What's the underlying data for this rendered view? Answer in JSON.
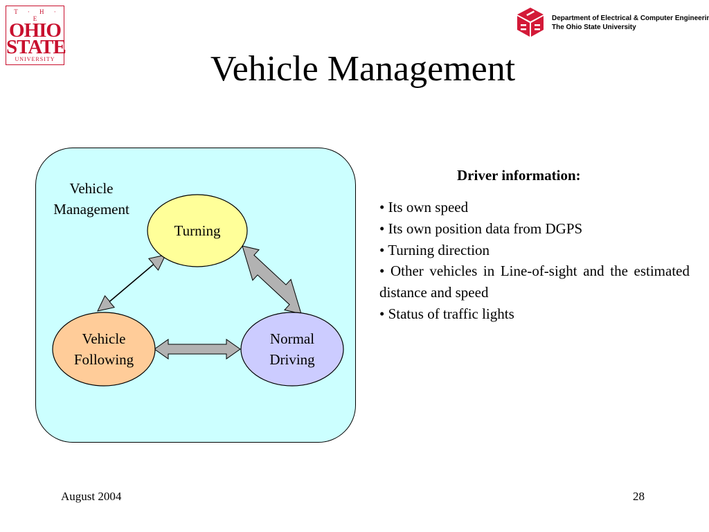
{
  "header": {
    "osu_logo": {
      "line1": "T · H · E",
      "line2": "OHIO",
      "line3": "STATE",
      "line4": "UNIVERSITY"
    },
    "dept_line1": "Department of Electrical & Computer Engineering",
    "dept_line2": "The Ohio State University"
  },
  "title": "Vehicle Management",
  "diagram": {
    "panel_label": "Vehicle Management",
    "nodes": [
      {
        "id": "turning",
        "label": "Turning",
        "color": "#ffff99"
      },
      {
        "id": "vehicle_following",
        "label": "Vehicle Following",
        "color": "#ffcc99"
      },
      {
        "id": "normal_driving",
        "label": "Normal Driving",
        "color": "#ccccff"
      }
    ],
    "panel_color": "#ccffff",
    "arrow_color": "#b2b2b2",
    "connections": [
      {
        "from": "turning",
        "to": "vehicle_following",
        "type": "bidirectional"
      },
      {
        "from": "turning",
        "to": "normal_driving",
        "type": "bidirectional"
      },
      {
        "from": "vehicle_following",
        "to": "normal_driving",
        "type": "bidirectional"
      }
    ]
  },
  "info": {
    "heading": "Driver information:",
    "items": [
      "• Its own speed",
      "• Its own position data from DGPS",
      "• Turning direction",
      "• Other vehicles in Line-of-sight and the estimated distance and speed",
      "• Status of traffic lights"
    ]
  },
  "footer": {
    "date": "August 2004",
    "page": "28"
  },
  "colors": {
    "osu_red": "#c8102e"
  }
}
